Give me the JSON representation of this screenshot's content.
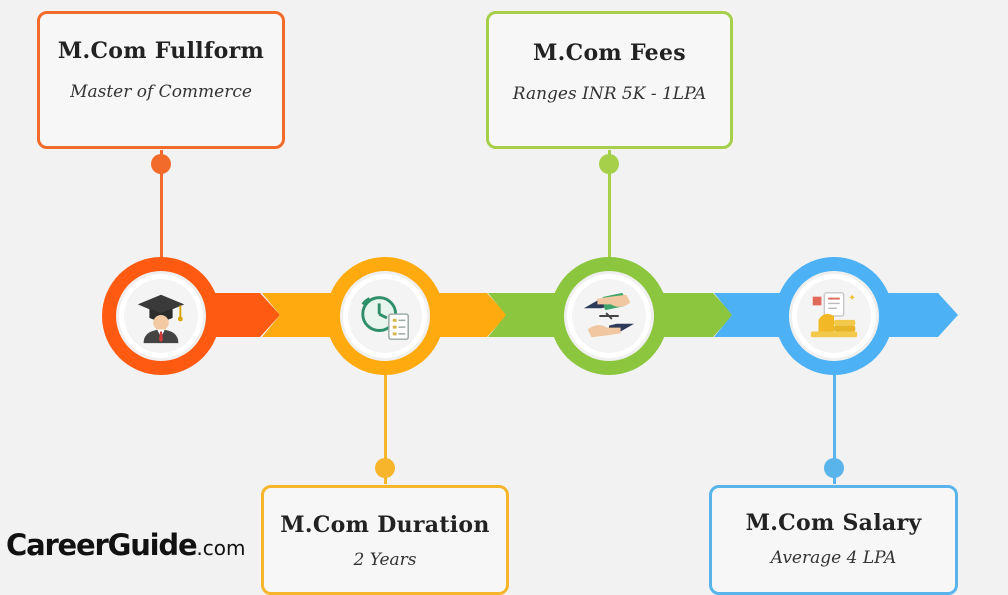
{
  "timeline": {
    "items": [
      {
        "title": "M.Com Fullform",
        "subtitle": "Master of Commerce",
        "icon": "graduate-icon",
        "color": "#ff5a12"
      },
      {
        "title": "M.Com Duration",
        "subtitle": "2 Years",
        "icon": "clock-checklist-icon",
        "color": "#ffaa0f"
      },
      {
        "title": "M.Com Fees",
        "subtitle": "Ranges INR 5K - 1LPA",
        "icon": "money-exchange-icon",
        "color": "#8cc63f"
      },
      {
        "title": "M.Com Salary",
        "subtitle": "Average 4 LPA",
        "icon": "salary-coins-icon",
        "color": "#4db1f5"
      }
    ]
  },
  "brand": {
    "name": "CareerGuide",
    "suffix": ".com"
  }
}
